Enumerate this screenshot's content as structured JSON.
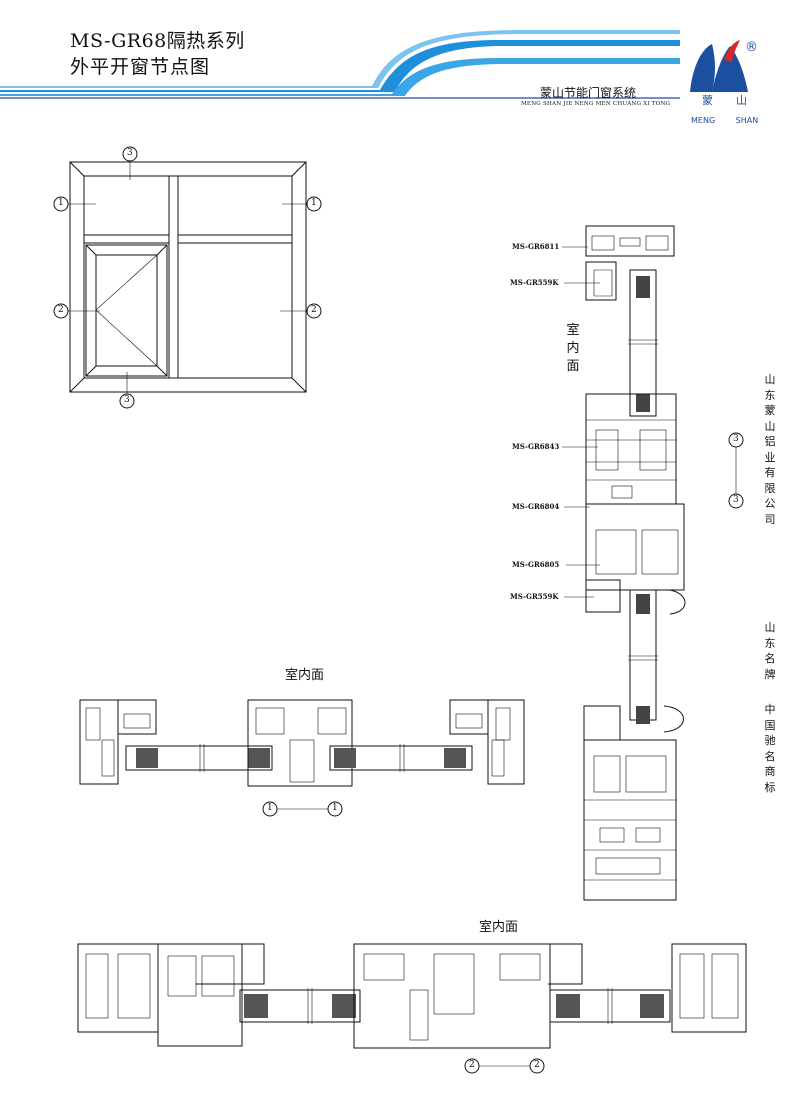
{
  "header": {
    "title_line1": "MS-GR68隔热系列",
    "title_line2": "外平开窗节点图",
    "company_cn": "蒙山节能门窗系统",
    "company_en": "MENG SHAN JIE NENG MEN CHUANG XI TONG",
    "logo_en": "MENG SHAN",
    "logo_cn_1": "蒙",
    "logo_cn_2": "山",
    "registered": "®",
    "colors": {
      "accent": "#1e8fd8",
      "dark_accent": "#1b4fa0"
    }
  },
  "side_text": {
    "company": "山东蒙山铝业有限公司",
    "brand": "山东名牌",
    "trademark": "中国驰名商标"
  },
  "elevation": {
    "markers": {
      "m1": "1",
      "m2": "2",
      "m3": "3"
    }
  },
  "vertical_section": {
    "room_label": "室内面",
    "section_marker": "3",
    "profiles": [
      {
        "code": "MS-GR6811"
      },
      {
        "code": "MS-GR559K"
      },
      {
        "code": "MS-GR6843"
      },
      {
        "code": "MS-GR6804"
      },
      {
        "code": "MS-GR6805"
      },
      {
        "code": "MS-GR559K"
      }
    ]
  },
  "section_1": {
    "room_label": "室内面",
    "marker": "1"
  },
  "section_2": {
    "room_label": "室内面",
    "marker": "2"
  }
}
